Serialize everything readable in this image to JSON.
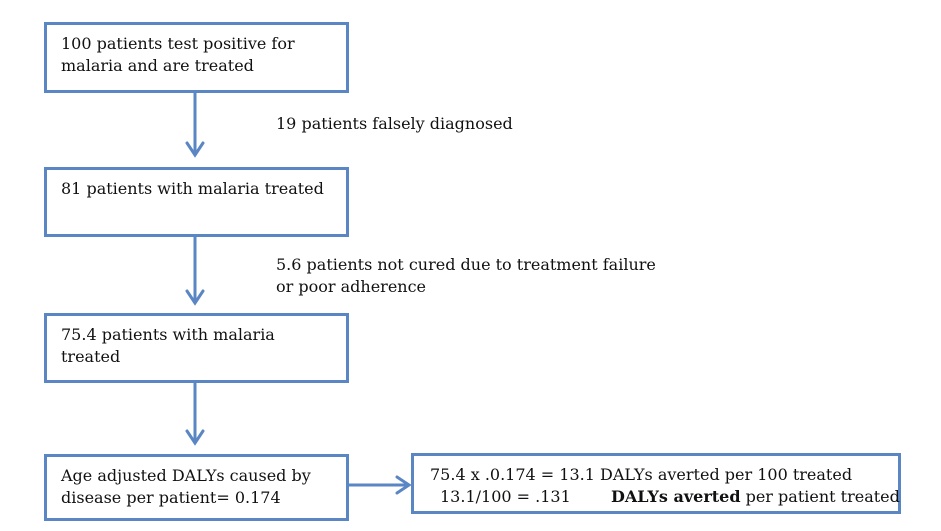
{
  "boxes": {
    "b1": {
      "lines": [
        "100 patients test positive for",
        "malaria and are treated"
      ]
    },
    "b2": {
      "lines": [
        "81 patients with malaria treated"
      ]
    },
    "b3": {
      "lines": [
        "75.4  patients with malaria",
        "treated"
      ]
    },
    "b4": {
      "lines": [
        "Age adjusted DALYs caused by",
        "disease per patient= 0.174"
      ]
    },
    "b5": {
      "line1": "75.4  x .0.174 = 13.1 DALYs averted per 100 treated",
      "line2_a": "13.1/100 = .131",
      "line2_b": "DALYs averted",
      "line2_c": " per patient treated"
    }
  },
  "notes": {
    "n1": {
      "lines": [
        "19 patients falsely diagnosed"
      ]
    },
    "n2": {
      "lines": [
        "5.6 patients not cured due to treatment failure",
        "or poor adherence"
      ]
    }
  },
  "colors": {
    "border": "#5b86c4",
    "arrow": "#5b86c4"
  }
}
